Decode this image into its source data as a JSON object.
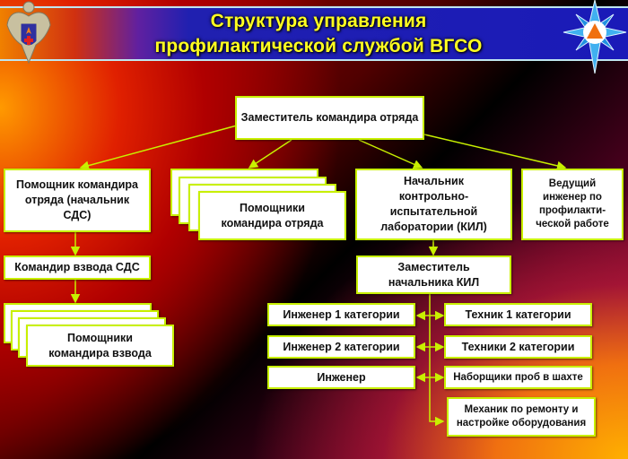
{
  "title": {
    "line1": "Структура управления",
    "line2": "профилактической службой ВГСО"
  },
  "colors": {
    "box_border": "#c8f000",
    "title_text": "#ffff20",
    "banner": "#1a1ab8"
  },
  "icons": {
    "left": "mchs-emblem-icon",
    "right": "mchs-star-icon"
  },
  "nodes": {
    "deputy_commander": "Заместитель командира отряда",
    "assistant_sds": "Помощник командира отряда (начальник СДС)",
    "assistants_commander": "Помощники командира отряда",
    "head_kil": "Начальник контрольно-испытательной лаборатории (КИЛ)",
    "lead_engineer": "Ведущий инженер по профилакти-ческой работе",
    "platoon_commander": "Командир взвода СДС",
    "platoon_assistants": "Помощники командира взвода",
    "deputy_head_kil": "Заместитель начальника КИЛ",
    "engineer1": "Инженер 1 категории",
    "engineer2": "Инженер 2 категории",
    "engineer": "Инженер",
    "technician1": "Техник 1 категории",
    "technicians2": "Техники 2 категории",
    "samplers": "Наборщики проб в шахте",
    "mechanic": "Механик по ремонту и настройке оборудования"
  }
}
